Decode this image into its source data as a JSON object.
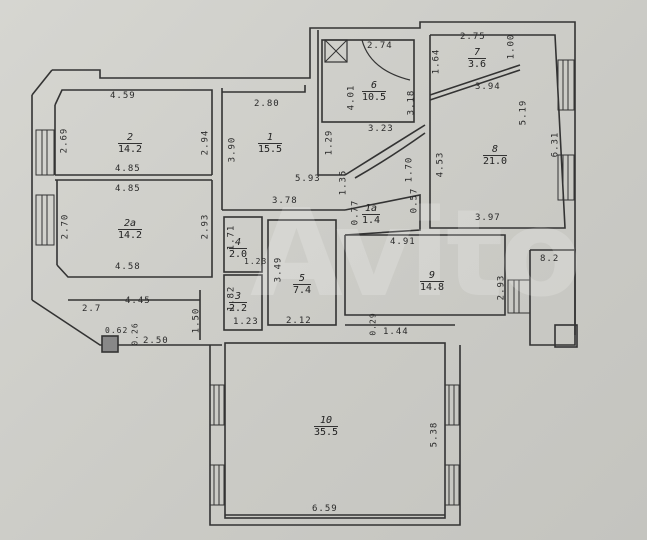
{
  "plan": {
    "watermark": "Avito",
    "rooms": [
      {
        "id": "1",
        "area": "15.5",
        "dims": [
          "2.80",
          "3.90",
          "5.93",
          "3.78"
        ]
      },
      {
        "id": "1a",
        "area": "1.4",
        "dims": [
          "0.77",
          "0.57"
        ]
      },
      {
        "id": "2",
        "area": "14.2",
        "dims": [
          "4.59",
          "2.69",
          "2.94",
          "4.85"
        ]
      },
      {
        "id": "2a",
        "area": "14.2",
        "dims": [
          "4.85",
          "2.70",
          "2.93",
          "4.58"
        ]
      },
      {
        "id": "3",
        "area": "2.2",
        "dims": [
          "1.82",
          "1.23"
        ]
      },
      {
        "id": "4",
        "area": "2.0",
        "dims": [
          "1.71",
          "1.23"
        ]
      },
      {
        "id": "5",
        "area": "7.4",
        "dims": [
          "3.49",
          "2.12"
        ]
      },
      {
        "id": "6",
        "area": "10.5",
        "dims": [
          "2.74",
          "4.01",
          "3.18",
          "3.23",
          "1.29",
          "1.35",
          "1.70"
        ]
      },
      {
        "id": "7",
        "area": "3.6",
        "dims": [
          "2.75",
          "1.00",
          "1.64"
        ]
      },
      {
        "id": "8",
        "area": "21.0",
        "dims": [
          "3.94",
          "5.19",
          "6.31",
          "4.53",
          "3.97"
        ]
      },
      {
        "id": "9",
        "area": "14.8",
        "dims": [
          "4.91",
          "2.93",
          "0.29",
          "1.44"
        ]
      },
      {
        "id": "10",
        "area": "35.5",
        "dims": [
          "5.38",
          "6.59"
        ]
      }
    ],
    "misc_labels": {
      "balcony": "8.2",
      "corridor_w": "4.45",
      "corridor_diag": "2.7",
      "corridor_h": "1.50",
      "corridor_low": "2.50",
      "nook_a": "0.62",
      "nook_b": "0.26"
    }
  }
}
